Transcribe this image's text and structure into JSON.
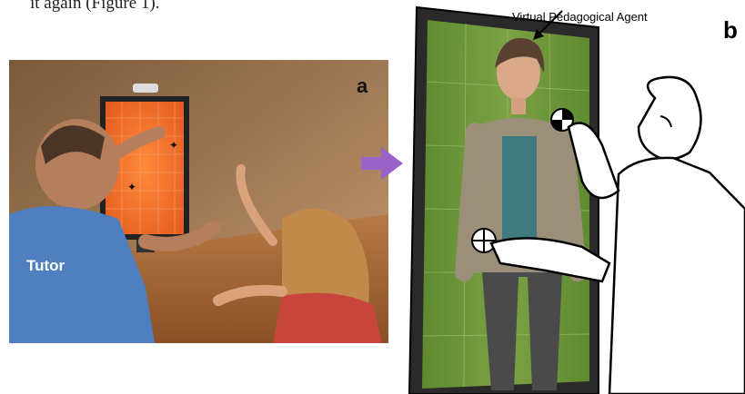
{
  "caption_fragment": "it again (Figure 1).",
  "panel_a": {
    "label": "a",
    "tutor_label": "Tutor"
  },
  "panel_b": {
    "label": "b",
    "agent_caption": "Virtual Pedagogical Agent"
  },
  "colors": {
    "arrow": "#9a63c8",
    "screen_orange": "#f06a2a",
    "screen_green": "#6f9438"
  }
}
